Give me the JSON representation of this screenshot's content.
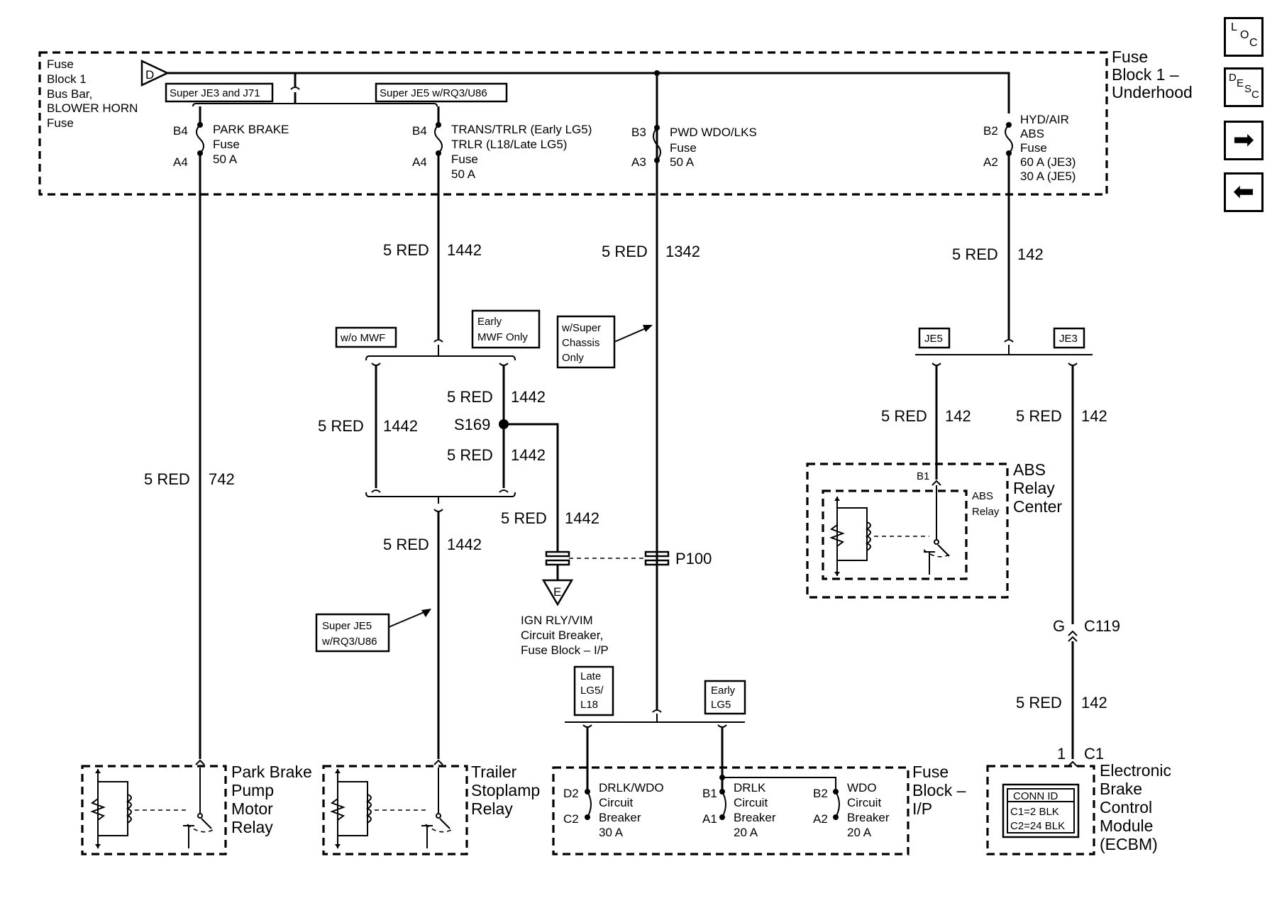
{
  "nav": {
    "loc": {
      "a": "L",
      "b": "O",
      "c": "C"
    },
    "desc": {
      "a": "D",
      "b": "E",
      "c": "S",
      "d": "C"
    },
    "next": "➡",
    "prev": "⬅"
  },
  "fuse_block_1": {
    "left_label": [
      "Fuse",
      "Block 1",
      "Bus Bar,",
      "BLOWER HORN",
      "Fuse"
    ],
    "right_label": [
      "Fuse",
      "Block 1 –",
      "Underhood"
    ],
    "input_terminal": "D",
    "opt_left": "Super JE3 and J71",
    "opt_right": "Super JE5 w/RQ3/U86",
    "fuses": [
      {
        "top_pin": "B4",
        "bottom_pin": "A4",
        "lines": [
          "PARK BRAKE",
          "Fuse",
          "50 A"
        ]
      },
      {
        "top_pin": "B4",
        "bottom_pin": "A4",
        "lines": [
          "TRANS/TRLR (Early LG5)",
          "TRLR (L18/Late LG5)",
          "Fuse",
          "50 A"
        ]
      },
      {
        "top_pin": "B3",
        "bottom_pin": "A3",
        "lines": [
          "PWD WDO/LKS",
          "Fuse",
          "50 A"
        ]
      },
      {
        "top_pin": "B2",
        "bottom_pin": "A2",
        "lines": [
          "HYD/AIR",
          "ABS",
          "Fuse",
          "60 A (JE3)",
          "30 A (JE5)"
        ]
      }
    ]
  },
  "wires": {
    "w742": {
      "size": "5 RED",
      "circuit": "742"
    },
    "w1442_top": {
      "size": "5 RED",
      "circuit": "1442"
    },
    "w1342": {
      "size": "5 RED",
      "circuit": "1342"
    },
    "w142_top": {
      "size": "5 RED",
      "circuit": "142"
    },
    "w1442_left": {
      "size": "5 RED",
      "circuit": "1442"
    },
    "w1442_s169_up": {
      "size": "5 RED",
      "circuit": "1442"
    },
    "w1442_s169_down": {
      "size": "5 RED",
      "circuit": "1442"
    },
    "w1442_ign": {
      "size": "5 RED",
      "circuit": "1442"
    },
    "w1442_bottom": {
      "size": "5 RED",
      "circuit": "1442"
    },
    "w142_je5": {
      "size": "5 RED",
      "circuit": "142"
    },
    "w142_je3": {
      "size": "5 RED",
      "circuit": "142"
    },
    "w142_ecbm": {
      "size": "5 RED",
      "circuit": "142"
    }
  },
  "options": {
    "wo_mwf": "w/o MWF",
    "early_mwf": [
      "Early",
      "MWF Only"
    ],
    "super_chassis": [
      "w/Super",
      "Chassis",
      "Only"
    ],
    "super_je5_lower": [
      "Super JE5",
      "w/RQ3/U86"
    ],
    "je5": "JE5",
    "je3": "JE3",
    "late_lg5": [
      "Late",
      "LG5/",
      "L18"
    ],
    "early_lg5": [
      "Early",
      "LG5"
    ]
  },
  "splice": "S169",
  "connector_p100": "P100",
  "ign_terminal": "E",
  "ign_label": [
    "IGN RLY/VIM",
    "Circuit Breaker,",
    "Fuse Block – I/P"
  ],
  "abs_relay_center": {
    "label": [
      "ABS",
      "Relay",
      "Center"
    ],
    "relay": [
      "ABS",
      "Relay"
    ],
    "pin": "B1"
  },
  "c119": {
    "pin": "G",
    "name": "C119"
  },
  "ecbm": {
    "pin": "1",
    "connector": "C1",
    "label": [
      "Electronic",
      "Brake",
      "Control",
      "Module",
      "(ECBM)"
    ],
    "conn_id": [
      "CONN ID",
      "C1=2 BLK",
      "C2=24 BLK"
    ]
  },
  "park_brake_relay": [
    "Park Brake",
    "Pump",
    "Motor",
    "Relay"
  ],
  "trailer_relay": [
    "Trailer",
    "Stoplamp",
    "Relay"
  ],
  "fuse_block_ip": {
    "label": [
      "Fuse",
      "Block –",
      "I/P"
    ],
    "breakers": [
      {
        "top_pin": "D2",
        "bottom_pin": "C2",
        "lines": [
          "DRLK/WDO",
          "Circuit",
          "Breaker",
          "30 A"
        ]
      },
      {
        "top_pin": "B1",
        "bottom_pin": "A1",
        "lines": [
          "DRLK",
          "Circuit",
          "Breaker",
          "20 A"
        ]
      },
      {
        "top_pin": "B2",
        "bottom_pin": "A2",
        "lines": [
          "WDO",
          "Circuit",
          "Breaker",
          "20 A"
        ]
      }
    ]
  }
}
